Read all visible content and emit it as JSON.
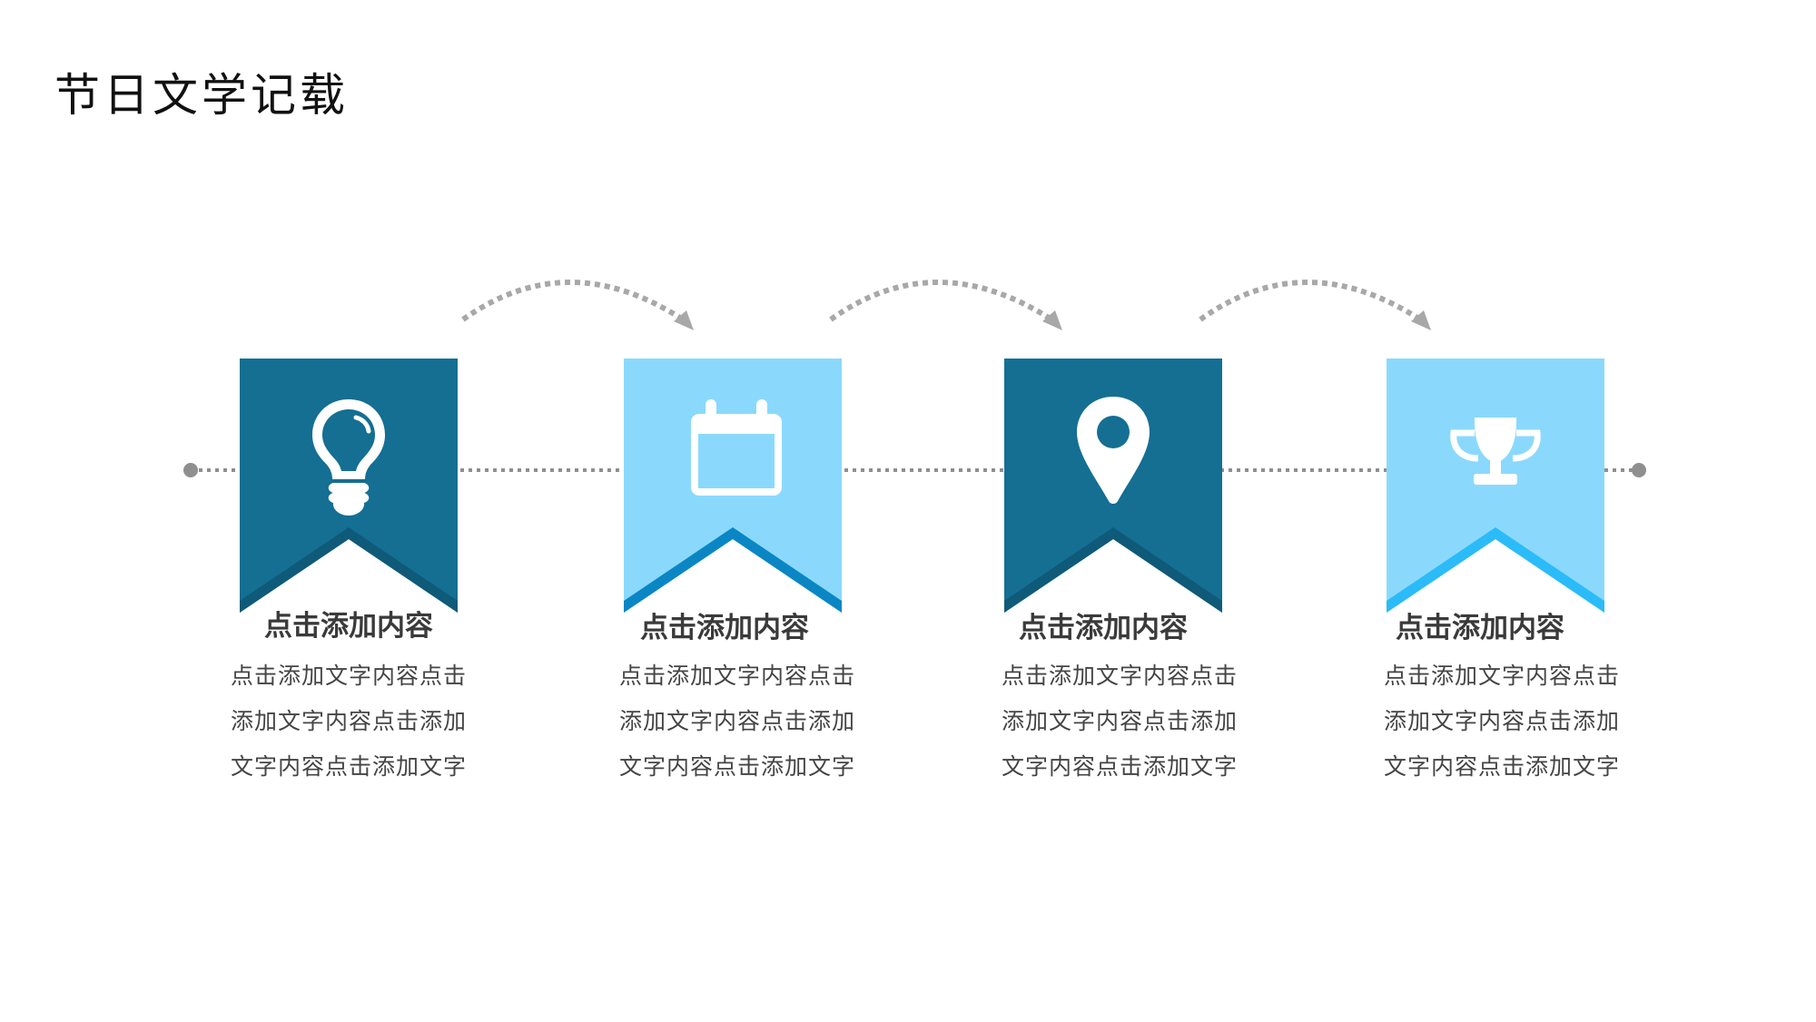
{
  "title": "节日文学记载",
  "colors": {
    "dark_banner": "#146f93",
    "dark_banner_stripe": "#0f5a79",
    "light_banner": "#8ad9fd",
    "light_banner_stripe_1": "#0a86c4",
    "light_banner_stripe_2": "#2bbbf8",
    "dotted_line": "#8f8f8f",
    "arrow": "#a8a8a8",
    "icon": "#ffffff"
  },
  "steps": [
    {
      "icon": "lightbulb-icon",
      "heading": "点击添加内容",
      "body_lines": [
        "点击添加文字内容点击",
        "添加文字内容点击添加",
        "文字内容点击添加文字"
      ]
    },
    {
      "icon": "calendar-icon",
      "heading": "点击添加内容",
      "body_lines": [
        "点击添加文字内容点击",
        "添加文字内容点击添加",
        "文字内容点击添加文字"
      ]
    },
    {
      "icon": "location-pin-icon",
      "heading": "点击添加内容",
      "body_lines": [
        "点击添加文字内容点击",
        "添加文字内容点击添加",
        "文字内容点击添加文字"
      ]
    },
    {
      "icon": "trophy-icon",
      "heading": "点击添加内容",
      "body_lines": [
        "点击添加文字内容点击",
        "添加文字内容点击添加",
        "文字内容点击添加文字"
      ]
    }
  ]
}
